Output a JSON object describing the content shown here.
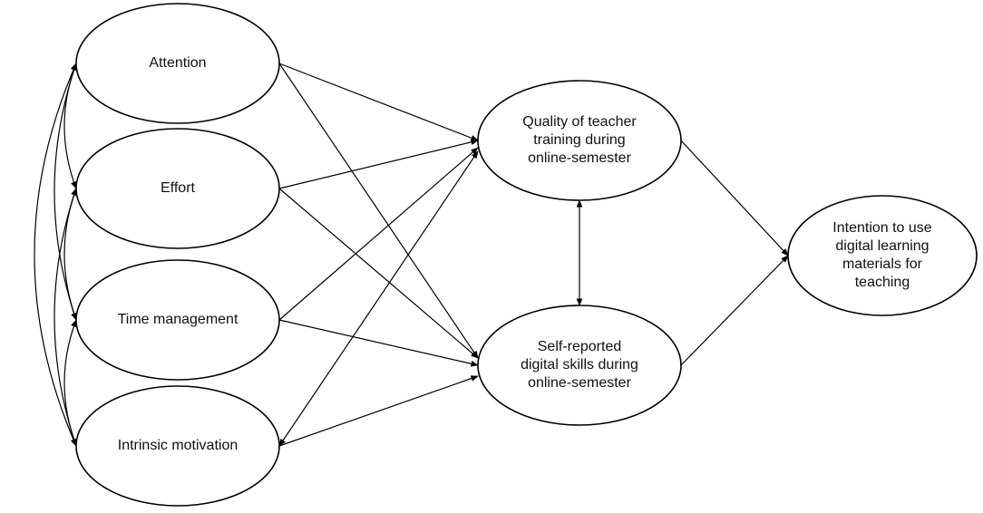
{
  "nodes": {
    "attention": {
      "label": "Attention"
    },
    "effort": {
      "label": "Effort"
    },
    "time_management": {
      "label": "Time management"
    },
    "intrinsic_motivation": {
      "label": "Intrinsic motivation"
    },
    "teacher_training": {
      "label": "Quality of teacher\ntraining during\nonline-semester"
    },
    "digital_skills": {
      "label": "Self-reported\ndigital skills during\nonline-semester"
    },
    "intention": {
      "label": "Intention to use\ndigital learning\nmaterials for\nteaching"
    }
  },
  "colors": {
    "stroke": "#000000",
    "background": "#ffffff"
  }
}
